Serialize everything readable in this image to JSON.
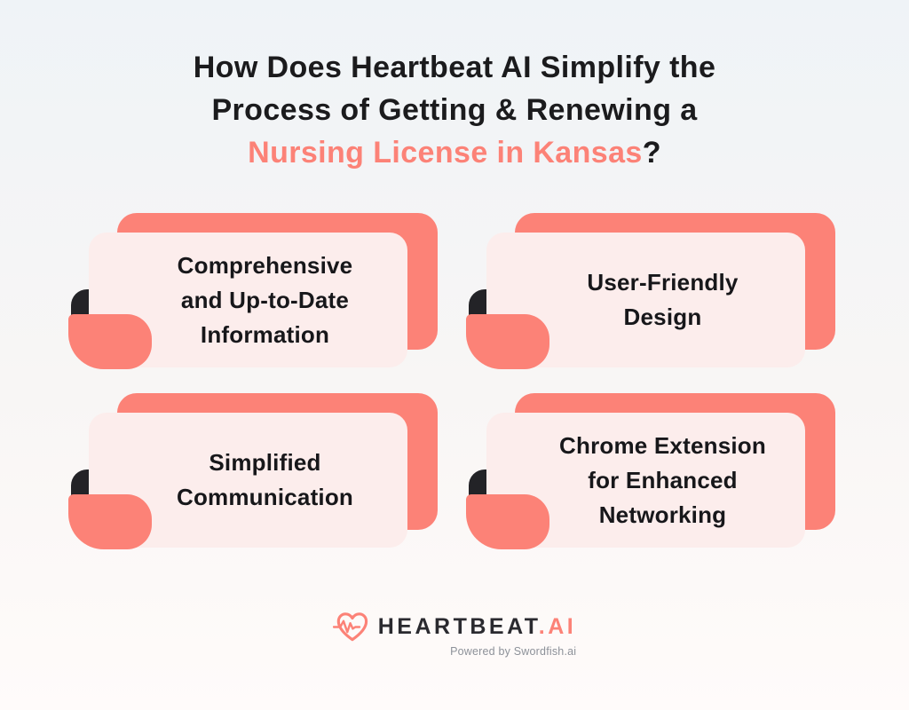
{
  "title": {
    "line1": "How Does Heartbeat AI Simplify the",
    "line2": "Process of Getting & Renewing a",
    "line3_highlight": "Nursing License in Kansas",
    "line3_suffix": "?"
  },
  "cards": [
    {
      "lines": [
        "Comprehensive",
        "and Up-to-Date",
        "Information"
      ]
    },
    {
      "lines": [
        "User-Friendly",
        "Design"
      ]
    },
    {
      "lines": [
        "Simplified",
        "Communication"
      ]
    },
    {
      "lines": [
        "Chrome Extension",
        "for Enhanced",
        "Networking"
      ]
    }
  ],
  "footer": {
    "brand_primary": "HEARTBEAT",
    "brand_accent": ".AI",
    "tagline": "Powered by Swordfish.ai"
  },
  "colors": {
    "accent_salmon": "#FC8277",
    "card_pink": "#FCEDEC",
    "tab_dark": "#232327",
    "title_dark": "#1B1B1D",
    "background_top": "#EFF3F7",
    "background_bottom": "#FFFBFA",
    "tagline_gray": "#8D9199"
  }
}
